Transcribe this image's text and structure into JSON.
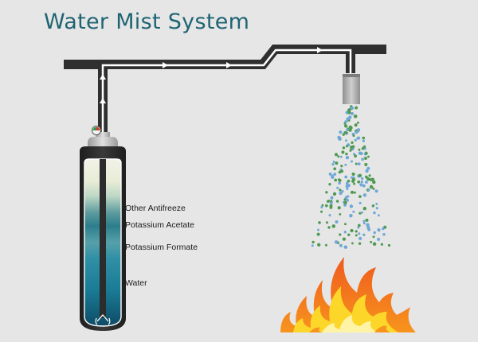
{
  "title": "Water Mist System",
  "cylinder_labels": [
    "Other Antifreeze",
    "Potassium Acetate",
    "Potassium Formate",
    "Water"
  ],
  "colors": {
    "title": "#1f6473",
    "pipe": "#2f2f2f",
    "background": "#e6e6e6",
    "mist_green": "#4f9a52",
    "mist_blue": "#6fa8d8",
    "fire_orange": "#f47a1f",
    "fire_yellow": "#fcd72a",
    "water_teal": "#1a7c96"
  }
}
